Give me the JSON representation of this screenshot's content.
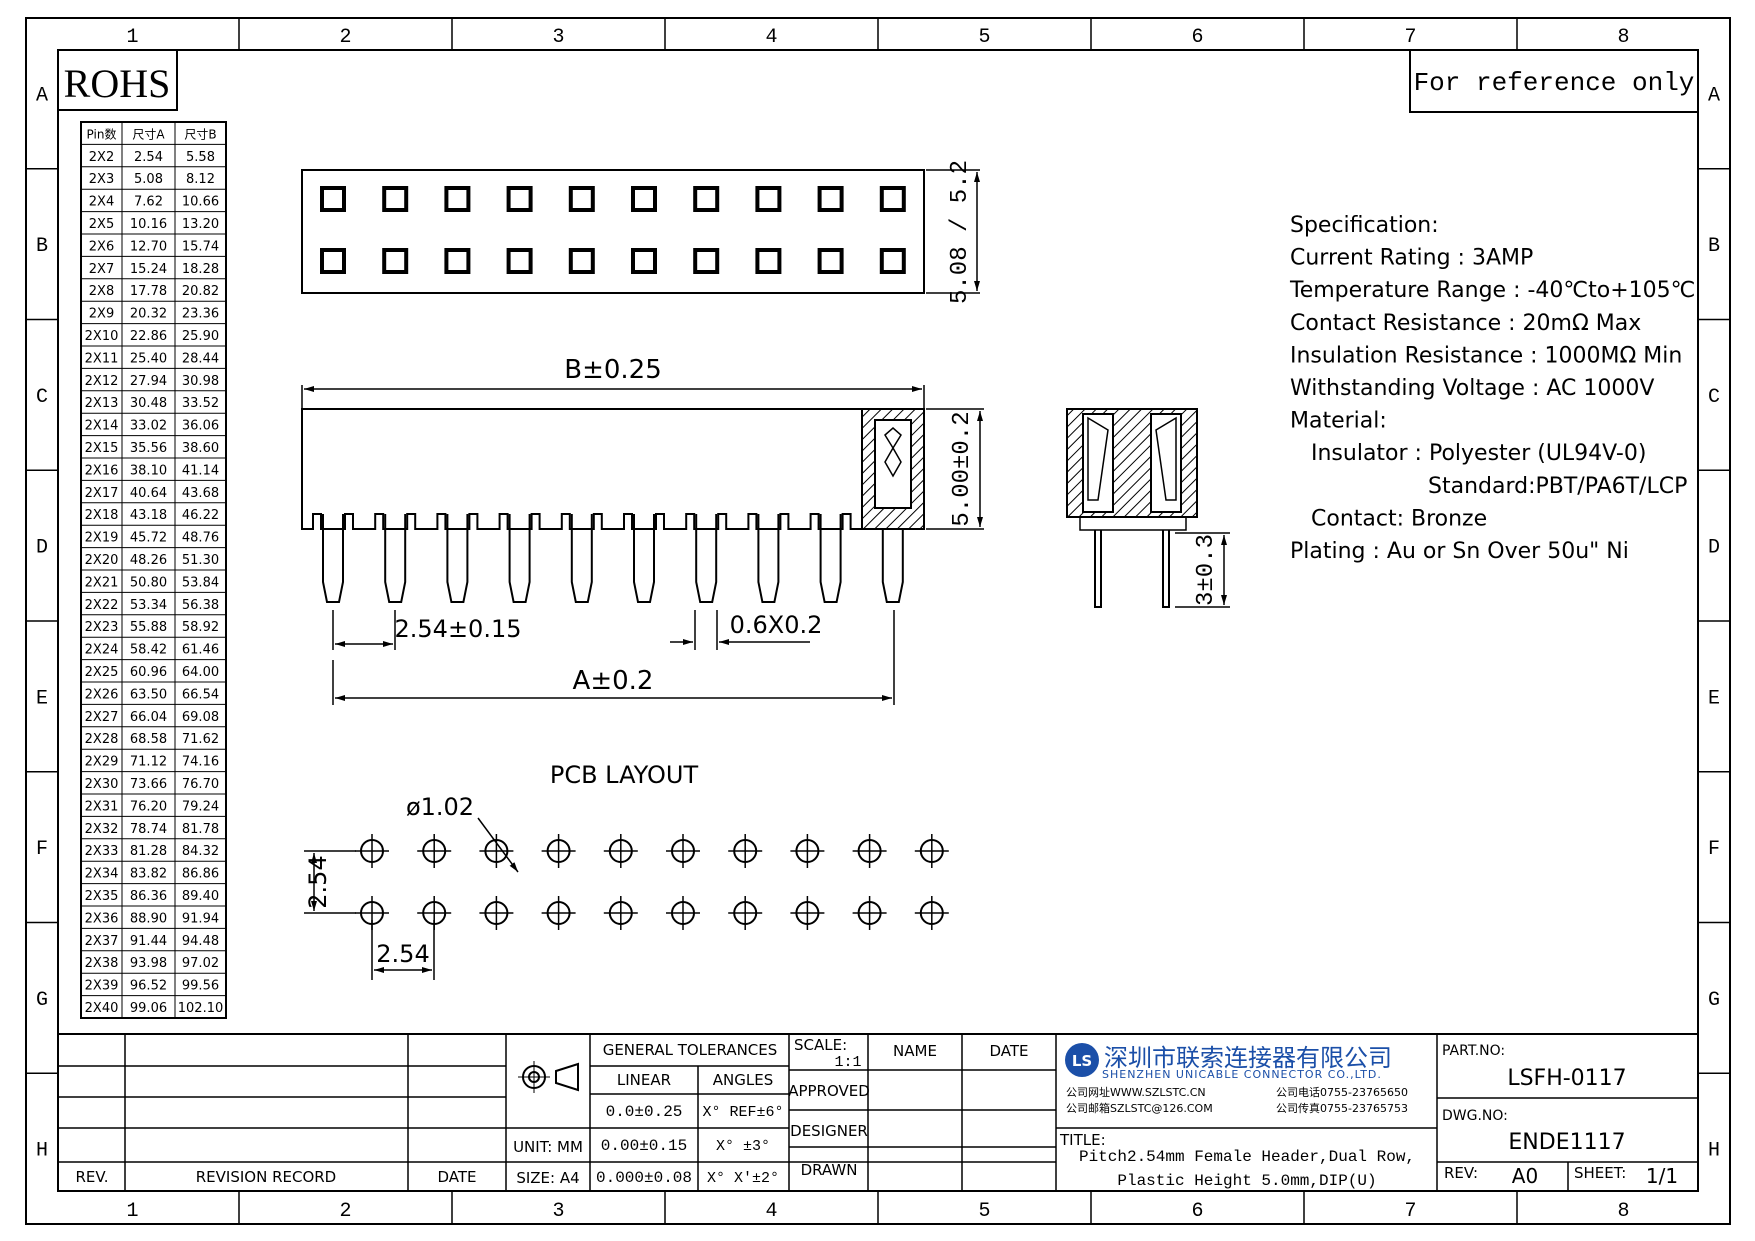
{
  "frame": {
    "columns": [
      "1",
      "2",
      "3",
      "4",
      "5",
      "6",
      "7",
      "8"
    ],
    "rows": [
      "A",
      "B",
      "C",
      "D",
      "E",
      "F",
      "G",
      "H"
    ]
  },
  "rohs_label": "ROHS",
  "reference_note": "For reference only",
  "pin_table": {
    "headers": [
      "Pin数",
      "尺寸A",
      "尺寸B"
    ],
    "rows": [
      [
        "2X2",
        "2.54",
        "5.58"
      ],
      [
        "2X3",
        "5.08",
        "8.12"
      ],
      [
        "2X4",
        "7.62",
        "10.66"
      ],
      [
        "2X5",
        "10.16",
        "13.20"
      ],
      [
        "2X6",
        "12.70",
        "15.74"
      ],
      [
        "2X7",
        "15.24",
        "18.28"
      ],
      [
        "2X8",
        "17.78",
        "20.82"
      ],
      [
        "2X9",
        "20.32",
        "23.36"
      ],
      [
        "2X10",
        "22.86",
        "25.90"
      ],
      [
        "2X11",
        "25.40",
        "28.44"
      ],
      [
        "2X12",
        "27.94",
        "30.98"
      ],
      [
        "2X13",
        "30.48",
        "33.52"
      ],
      [
        "2X14",
        "33.02",
        "36.06"
      ],
      [
        "2X15",
        "35.56",
        "38.60"
      ],
      [
        "2X16",
        "38.10",
        "41.14"
      ],
      [
        "2X17",
        "40.64",
        "43.68"
      ],
      [
        "2X18",
        "43.18",
        "46.22"
      ],
      [
        "2X19",
        "45.72",
        "48.76"
      ],
      [
        "2X20",
        "48.26",
        "51.30"
      ],
      [
        "2X21",
        "50.80",
        "53.84"
      ],
      [
        "2X22",
        "53.34",
        "56.38"
      ],
      [
        "2X23",
        "55.88",
        "58.92"
      ],
      [
        "2X24",
        "58.42",
        "61.46"
      ],
      [
        "2X25",
        "60.96",
        "64.00"
      ],
      [
        "2X26",
        "63.50",
        "66.54"
      ],
      [
        "2X27",
        "66.04",
        "69.08"
      ],
      [
        "2X28",
        "68.58",
        "71.62"
      ],
      [
        "2X29",
        "71.12",
        "74.16"
      ],
      [
        "2X30",
        "73.66",
        "76.70"
      ],
      [
        "2X31",
        "76.20",
        "79.24"
      ],
      [
        "2X32",
        "78.74",
        "81.78"
      ],
      [
        "2X33",
        "81.28",
        "84.32"
      ],
      [
        "2X34",
        "83.82",
        "86.86"
      ],
      [
        "2X35",
        "86.36",
        "89.40"
      ],
      [
        "2X36",
        "88.90",
        "91.94"
      ],
      [
        "2X37",
        "91.44",
        "94.48"
      ],
      [
        "2X38",
        "93.98",
        "97.02"
      ],
      [
        "2X39",
        "96.52",
        "99.56"
      ],
      [
        "2X40",
        "99.06",
        "102.10"
      ]
    ]
  },
  "dimensions": {
    "row_height": "5.08 / 5.2",
    "body_length": "B±0.25",
    "body_height": "5.00±0.2",
    "pitch": "2.54±0.15",
    "pin_size": "0.6X0.2",
    "pin_span": "A±0.2",
    "tail_length": "3±0.3",
    "pcb_hole": "ø1.02",
    "pcb_row_pitch": "2.54",
    "pcb_col_pitch": "2.54"
  },
  "pcb_layout_title": "PCB LAYOUT",
  "specification": [
    "Specification:",
    "Current Rating : 3AMP",
    "Temperature Range : -40℃to+105℃",
    "Contact Resistance : 20mΩ Max",
    "Insulation Resistance : 1000MΩ Min",
    "Withstanding Voltage : AC 1000V",
    "Material:",
    "Insulator : Polyester (UL94V-0)",
    "Standard:PBT/PA6T/LCP",
    "Contact: Bronze",
    "Plating : Au or Sn Over 50u\" Ni"
  ],
  "title_block": {
    "rev_header": "REV.",
    "revision_record": "REVISION RECORD",
    "date_header": "DATE",
    "unit": "UNIT: MM",
    "size": "SIZE: A4",
    "general_tolerances": "GENERAL TOLERANCES",
    "linear": "LINEAR",
    "angles": "ANGLES",
    "tol_linear": [
      "0.0±0.25",
      "0.00±0.15",
      "0.000±0.08"
    ],
    "tol_angles": [
      "X° REF±6°",
      "X° ±3°",
      "X° X'±2°"
    ],
    "scale_label": "SCALE:",
    "scale_value": "1:1",
    "name": "NAME",
    "date": "DATE",
    "approved": "APPROVED",
    "designer": "DESIGNER",
    "drawn": "DRAWN",
    "company_cn": "深圳市联索连接器有限公司",
    "company_en": "SHENZHEN UNICABLE CONNECTOR CO.,LTD.",
    "company_web": "公司网址WWW.SZLSTC.CN",
    "company_mail": "公司邮箱SZLSTC@126.COM",
    "company_tel": "公司电话0755-23765650",
    "company_fax": "公司传真0755-23765753",
    "logo_text": "LS",
    "title_label": "TITLE:",
    "title_line1": "Pitch2.54mm Female Header,Dual Row,",
    "title_line2": "Plastic Height 5.0mm,DIP(U)",
    "part_no_label": "PART.NO:",
    "part_no": "LSFH-0117",
    "dwg_no_label": "DWG.NO:",
    "dwg_no": "ENDE1117",
    "rev_label": "REV:",
    "rev_value": "A0",
    "sheet_label": "SHEET:",
    "sheet_value": "1/1"
  }
}
